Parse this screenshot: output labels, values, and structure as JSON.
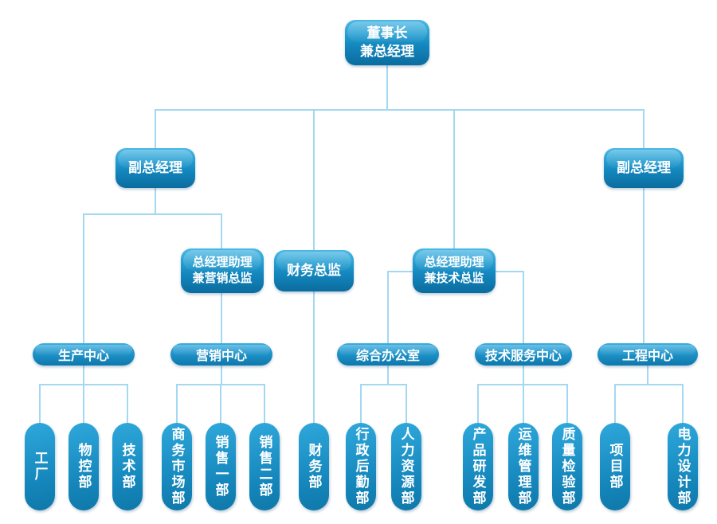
{
  "org": {
    "chairman": "董事长\n兼总经理",
    "vp_left": "副总经理",
    "vp_right": "副总经理",
    "assistant_marketing": "总经理助理\n兼营销总监",
    "finance_director": "财务总监",
    "assistant_tech": "总经理助理\n兼技术总监",
    "centers": [
      "生产中心",
      "营销中心",
      "综合办公室",
      "技术服务中心",
      "工程中心"
    ],
    "departments": [
      "工厂",
      "物控部",
      "技术部",
      "商务市场部",
      "销售一部",
      "销售二部",
      "财务部",
      "行政后勤部",
      "人力资源部",
      "产品研发部",
      "运维管理部",
      "质量检验部",
      "项目部",
      "电力设计部"
    ]
  },
  "edges": [
    [
      "chairman",
      "vp_left"
    ],
    [
      "chairman",
      "finance_director"
    ],
    [
      "chairman",
      "assistant_tech"
    ],
    [
      "chairman",
      "vp_right"
    ],
    [
      "vp_left",
      "centers.0"
    ],
    [
      "vp_left",
      "assistant_marketing"
    ],
    [
      "assistant_marketing",
      "centers.1"
    ],
    [
      "finance_director",
      "departments.6"
    ],
    [
      "assistant_tech",
      "centers.2"
    ],
    [
      "assistant_tech",
      "centers.3"
    ],
    [
      "vp_right",
      "centers.4"
    ],
    [
      "centers.0",
      "departments.0"
    ],
    [
      "centers.0",
      "departments.1"
    ],
    [
      "centers.0",
      "departments.2"
    ],
    [
      "centers.1",
      "departments.3"
    ],
    [
      "centers.1",
      "departments.4"
    ],
    [
      "centers.1",
      "departments.5"
    ],
    [
      "centers.2",
      "departments.7"
    ],
    [
      "centers.2",
      "departments.8"
    ],
    [
      "centers.3",
      "departments.9"
    ],
    [
      "centers.3",
      "departments.10"
    ],
    [
      "centers.3",
      "departments.11"
    ],
    [
      "centers.4",
      "departments.12"
    ],
    [
      "centers.4",
      "departments.13"
    ]
  ],
  "colors": {
    "node_gradient_top": "#4cb9e5",
    "node_gradient_bottom": "#0b6c9e",
    "connector_line": "#a4d8f2",
    "text": "#ffffff",
    "background": "#ffffff"
  }
}
